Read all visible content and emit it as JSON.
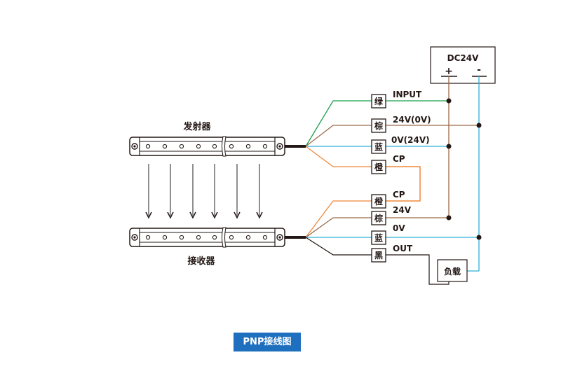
{
  "diagram": {
    "title": "PNP接线图",
    "emitter_label": "发射器",
    "receiver_label": "接收器",
    "power_supply": {
      "label": "DC24V",
      "plus": "+",
      "minus": "-"
    },
    "load_label": "负载",
    "colors": {
      "green": "#1aa04a",
      "brown": "#9b6a4a",
      "blue": "#2cb0d8",
      "orange": "#f0883a",
      "black": "#231815",
      "caption_bg": "#1f6fbf"
    },
    "emitter_wires": [
      {
        "color_name": "绿",
        "signal": "INPUT",
        "color": "green"
      },
      {
        "color_name": "棕",
        "signal": "24V(0V)",
        "color": "brown"
      },
      {
        "color_name": "蓝",
        "signal": "0V(24V)",
        "color": "blue"
      },
      {
        "color_name": "橙",
        "signal": "CP",
        "color": "orange"
      }
    ],
    "receiver_wires": [
      {
        "color_name": "橙",
        "signal": "CP",
        "color": "orange"
      },
      {
        "color_name": "棕",
        "signal": "24V",
        "color": "brown"
      },
      {
        "color_name": "蓝",
        "signal": "0V",
        "color": "blue"
      },
      {
        "color_name": "黑",
        "signal": "OUT",
        "color": "black"
      }
    ]
  }
}
